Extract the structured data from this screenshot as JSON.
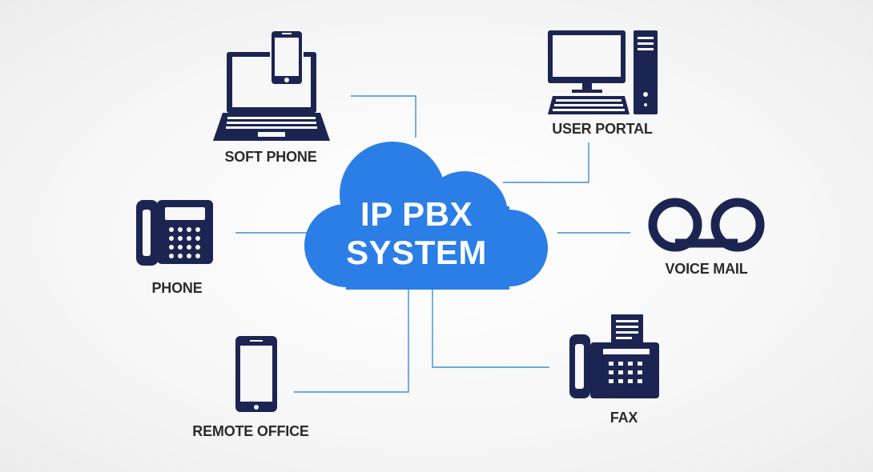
{
  "diagram": {
    "center": {
      "line1": "IP PBX",
      "line2": "SYSTEM"
    },
    "nodes": {
      "soft_phone": "SOFT PHONE",
      "user_portal": "USER PORTAL",
      "phone": "PHONE",
      "voice_mail": "VOICE MAIL",
      "remote_office": "REMOTE OFFICE",
      "fax": "FAX"
    }
  },
  "colors": {
    "background": "#f3f3f3",
    "cloud": "#2b7ee6",
    "icon": "#1c2552",
    "connector": "#3d8fd6",
    "label": "#2b2b2b",
    "cloud_text": "#ffffff"
  }
}
